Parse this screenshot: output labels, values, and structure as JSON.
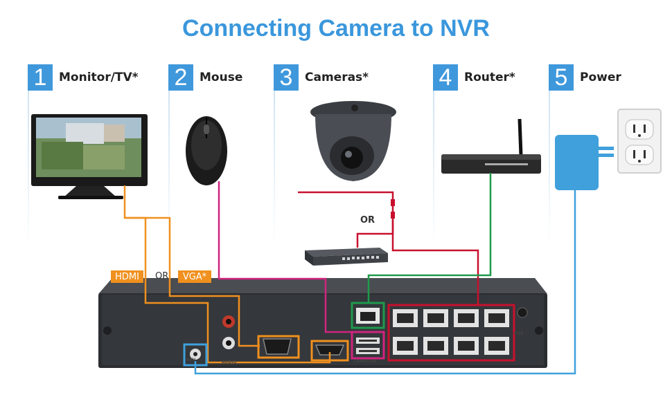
{
  "title": "Connecting Camera to NVR",
  "steps": [
    {
      "num": "1",
      "label": "Monitor/TV*"
    },
    {
      "num": "2",
      "label": "Mouse"
    },
    {
      "num": "3",
      "label": "Cameras*"
    },
    {
      "num": "4",
      "label": "Router*"
    },
    {
      "num": "5",
      "label": "Power"
    }
  ],
  "video_options": {
    "hdmi": "HDMI",
    "or": "OR",
    "vga": "VGA*"
  },
  "camera_option_or": "OR",
  "nvr_labels": {
    "power": "48V",
    "audio": "AUDIO",
    "lan_usb": "LAN&USB",
    "poe": "POE"
  },
  "colors": {
    "accent_blue": "#3f98dc",
    "video_orange": "#f0901e",
    "usb_magenta": "#d0257f",
    "camera_red": "#c8102e",
    "lan_green": "#1f9a4b",
    "power_blue": "#3fa0dc"
  }
}
